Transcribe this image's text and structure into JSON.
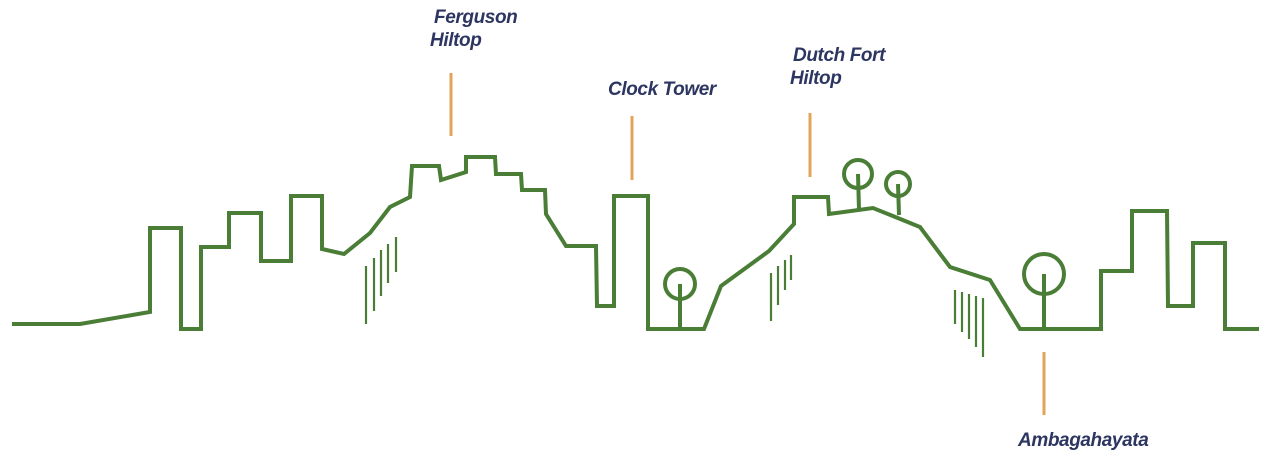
{
  "labels": {
    "ferguson": {
      "line1": "Ferguson",
      "line2": "Hiltop"
    },
    "clock_tower": {
      "line1": "Clock Tower"
    },
    "dutch_fort": {
      "line1": "Dutch Fort",
      "line2": "Hiltop"
    },
    "ambagahayata": {
      "line1": "Ambagahayata"
    }
  },
  "colors": {
    "skyline": "#4a7d35",
    "marker": "#e0a55a",
    "label_text": "#2d3561"
  }
}
